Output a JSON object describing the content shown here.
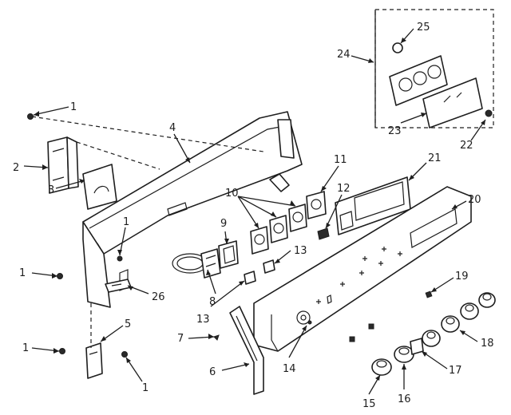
{
  "labels": {
    "l1a": "1",
    "l1b": "1",
    "l1c": "1",
    "l1d": "1",
    "l1e": "1",
    "l2": "2",
    "l3": "3",
    "l4": "4",
    "l5": "5",
    "l6": "6",
    "l7": "7",
    "l8": "8",
    "l9": "9",
    "l10": "10",
    "l11": "11",
    "l12": "12",
    "l13a": "13",
    "l13b": "13",
    "l14": "14",
    "l15": "15",
    "l16": "16",
    "l17": "17",
    "l18": "18",
    "l19": "19",
    "l20": "20",
    "l21": "21",
    "l22": "22",
    "l23": "23",
    "l24": "24",
    "l25": "25",
    "l26": "26"
  }
}
